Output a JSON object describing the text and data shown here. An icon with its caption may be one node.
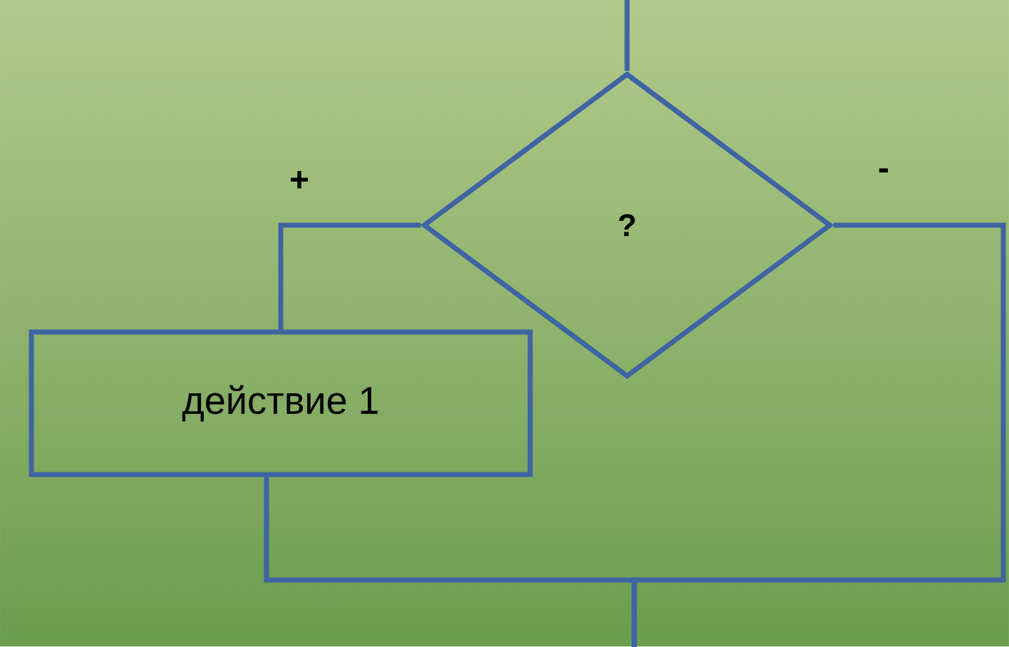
{
  "diagram": {
    "nodes": [
      {
        "text": [
          "?"
        ]
      },
      {
        "text": [
          "действие 1"
        ]
      }
    ],
    "edges": [
      {
        "from": null,
        "to": 0,
        "arrow": "none"
      },
      {
        "from": 0,
        "to": 1,
        "arrow": "none",
        "label": "+"
      },
      {
        "from": 0,
        "to": null,
        "arrow": "none",
        "label": "-"
      },
      {
        "from": 1,
        "to": null,
        "arrow": "none"
      }
    ]
  }
}
